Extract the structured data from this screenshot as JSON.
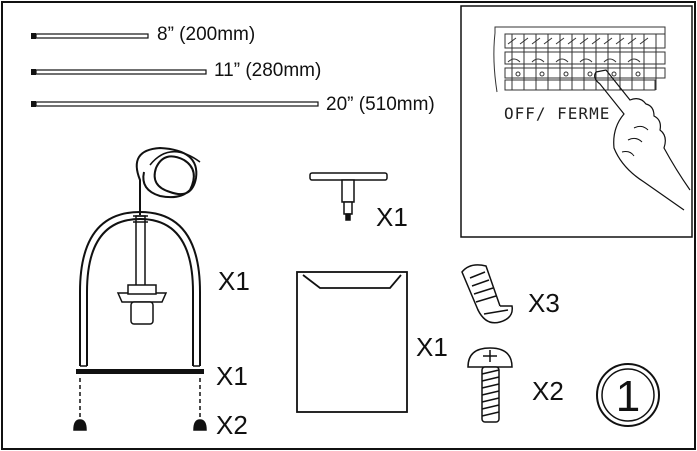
{
  "colors": {
    "line": "#111111",
    "background": "#ffffff",
    "ink_light": "#555555"
  },
  "rods": [
    {
      "label": "8” (200mm)"
    },
    {
      "label": "11” (280mm)"
    },
    {
      "label": "20” (510mm)"
    }
  ],
  "breaker_panel": {
    "label": "OFF/ FERME",
    "icon": "circuit-breaker-hand-icon"
  },
  "parts": {
    "cage_frame_qty": "X1",
    "bottom_bar_qty": "X1",
    "foot_screws_qty": "X2",
    "canopy_mount_qty": "X1",
    "shade_panel_qty": "X1",
    "wire_nut_qty": "X3",
    "screw_qty": "X2"
  },
  "step_number": "1"
}
